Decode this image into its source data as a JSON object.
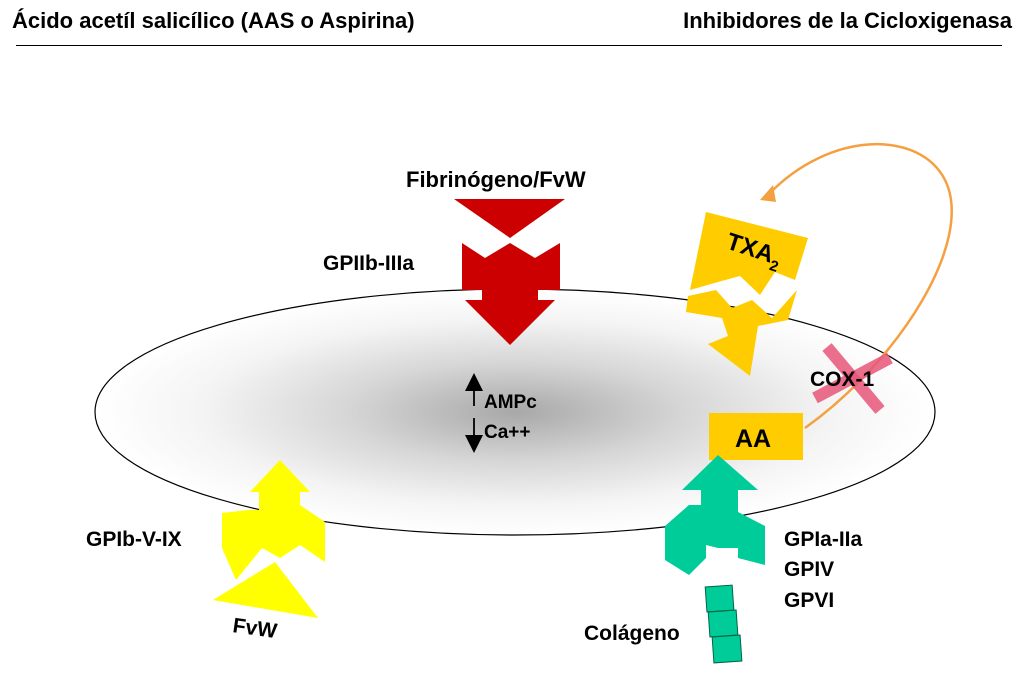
{
  "header": {
    "title_left": "Ácido acetíl salicílico (AAS o Aspirina)",
    "title_right": "Inhibidores de la Cicloxigenasa"
  },
  "diagram": {
    "fibrinogeno": "Fibrinógeno/FvW",
    "gpiib_iiia": "GPIIb-IIIa",
    "txa2_main": "TXA",
    "txa2_sub": "2",
    "cox1": "COX-1",
    "aa": "AA",
    "ampc": "AMPc",
    "ca": "Ca++",
    "gpib": "GPIb-V-IX",
    "fvw": "FvW",
    "gpia_iia": "GPIa-IIa",
    "gpiv": "GPIV",
    "gpvi": "GPVI",
    "colageno": "Colágeno"
  },
  "colors": {
    "red": "#cc0000",
    "yellow_gold": "#ffcc00",
    "yellow": "#ffff00",
    "teal": "#00cc99",
    "orange": "#f5a040",
    "pink_x": "#e8577a"
  }
}
